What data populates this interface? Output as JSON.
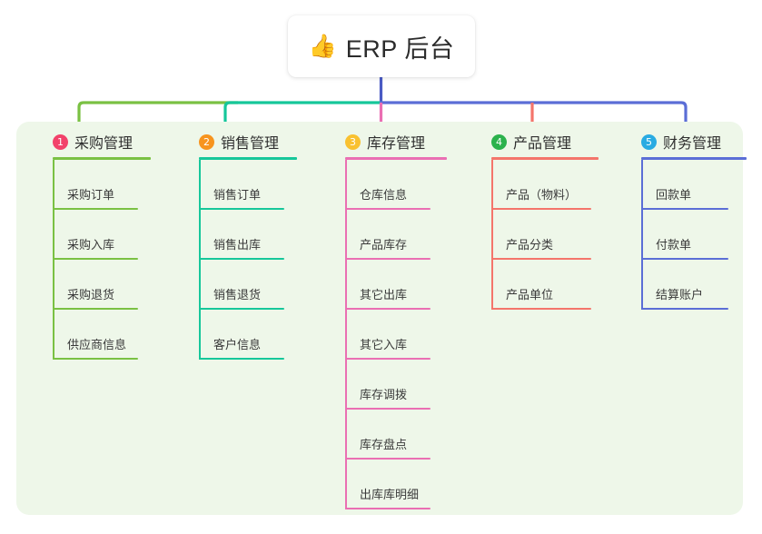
{
  "root": {
    "icon": "thumbs-up-icon",
    "icon_glyph": "👍",
    "title": "ERP 后台"
  },
  "panel": {
    "background": "#eef7e9"
  },
  "colors": {
    "purchase_line": "#7ac143",
    "sales_line": "#16c79a",
    "inventory_line": "#ea6fb3",
    "product_line": "#f4756b",
    "finance_line": "#5b6ed6",
    "root_stem": "#4a5bc4",
    "badge1": "#f2426a",
    "badge2": "#f7941e",
    "badge3": "#f9c130",
    "badge4": "#2bb24c",
    "badge5": "#29abe2"
  },
  "columns": [
    {
      "number": "1",
      "title": "采购管理",
      "badge_color": "#f2426a",
      "line_color": "#7ac143",
      "items": [
        "采购订单",
        "采购入库",
        "采购退货",
        "供应商信息"
      ]
    },
    {
      "number": "2",
      "title": "销售管理",
      "badge_color": "#f7941e",
      "line_color": "#16c79a",
      "items": [
        "销售订单",
        "销售出库",
        "销售退货",
        "客户信息"
      ]
    },
    {
      "number": "3",
      "title": "库存管理",
      "badge_color": "#f9c130",
      "line_color": "#ea6fb3",
      "items": [
        "仓库信息",
        "产品库存",
        "其它出库",
        "其它入库",
        "库存调拨",
        "库存盘点",
        "出库库明细"
      ]
    },
    {
      "number": "4",
      "title": "产品管理",
      "badge_color": "#2bb24c",
      "line_color": "#f4756b",
      "items": [
        "产品（物料）",
        "产品分类",
        "产品单位"
      ]
    },
    {
      "number": "5",
      "title": "财务管理",
      "badge_color": "#29abe2",
      "line_color": "#5b6ed6",
      "items": [
        "回款单",
        "付款单",
        "结算账户"
      ]
    }
  ]
}
